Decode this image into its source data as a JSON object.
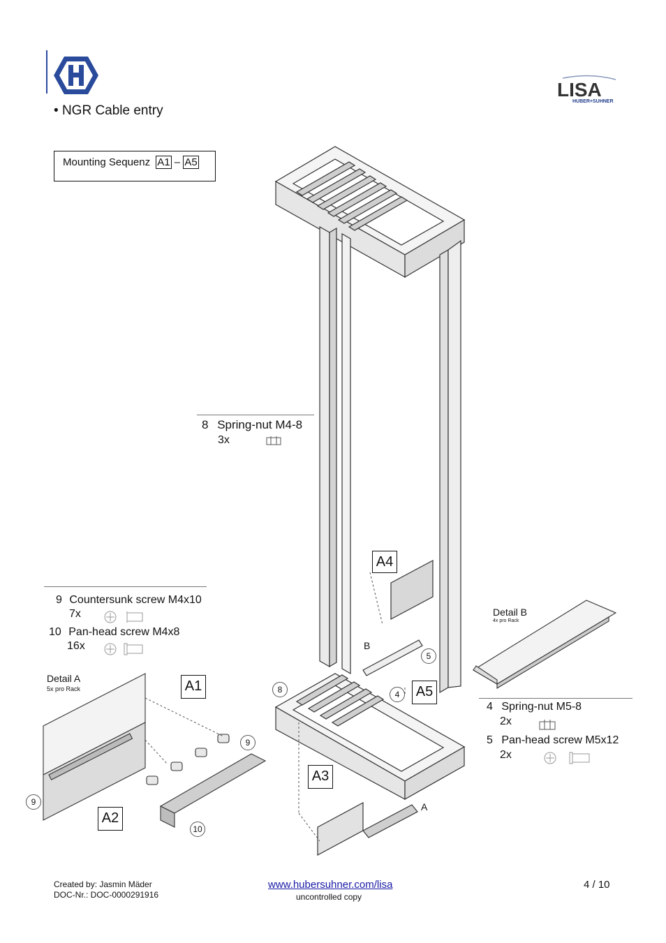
{
  "header": {
    "bullet": "•",
    "section_title": "NGR Cable entry",
    "brand_logo": "LISA",
    "brand_sub": "HUBER+SUHNER",
    "hs_icon": "huber-suhner-hexagon-icon"
  },
  "sequence": {
    "label": "Mounting Sequenz",
    "from": "A1",
    "dash": "–",
    "to": "A5"
  },
  "parts_center": {
    "num": "8",
    "name": "Spring-nut M4-8",
    "qty": "3x"
  },
  "parts_left": [
    {
      "num": "9",
      "name": "Countersunk screw M4x10",
      "qty": "7x"
    },
    {
      "num": "10",
      "name": "Pan-head screw M4x8",
      "qty": "16x"
    }
  ],
  "parts_right": [
    {
      "num": "4",
      "name": "Spring-nut M5-8",
      "qty": "2x"
    },
    {
      "num": "5",
      "name": "Pan-head screw M5x12",
      "qty": "2x"
    }
  ],
  "detail_a": {
    "title": "Detail A",
    "sub": "5x pro Rack"
  },
  "detail_b": {
    "title": "Detail B",
    "sub": "4x pro Rack"
  },
  "callouts": {
    "a1": "A1",
    "a2": "A2",
    "a3": "A3",
    "a4": "A4",
    "a5": "A5",
    "b": "B",
    "a": "A"
  },
  "circles": {
    "c8": "8",
    "c9a": "9",
    "c9b": "9",
    "c10": "10",
    "c4": "4",
    "c5": "5"
  },
  "footer": {
    "created": "Created by: Jasmin Mäder",
    "doc": "DOC-Nr.: DOC-0000291916",
    "url": "www.hubersuhner.com/lisa",
    "uncontrolled": "uncontrolled copy",
    "page": "4 / 10"
  },
  "colors": {
    "hs_blue": "#2a4a9c",
    "link": "#1a1aa6",
    "lisa_blue": "#1f3c8c"
  }
}
